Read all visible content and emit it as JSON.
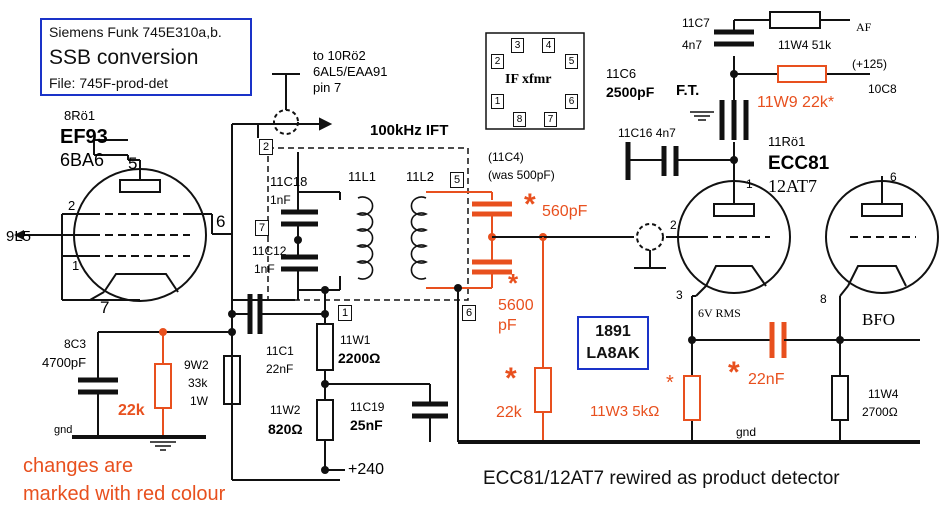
{
  "title_box": {
    "line1": "Siemens Funk 745E310a,b.",
    "line2": "SSB conversion",
    "line3": "File: 745F-prod-det"
  },
  "callsign": {
    "line1": "1891",
    "line2": "LA8AK"
  },
  "note": {
    "line1": "changes are",
    "line2": "marked with red colour"
  },
  "footer": "ECC81/12AT7 rewired as product detector",
  "colors": {
    "ink": "#111111",
    "changed": "#e8501e",
    "frame": "#1a33c8"
  },
  "labels": {
    "tube1_ref": "8Rö1",
    "tube1_type": "EF93",
    "tube1_alt": "6BA6",
    "pin_5": "5",
    "pin_2_left": "2",
    "pin_6_left": "6",
    "pin_1_left": "1",
    "pin_7_left": "7",
    "out_9l5": "9L5",
    "to_ro2_1": "to 10Rö2",
    "to_ro2_2": "6AL5/EAA91",
    "to_ro2_3": "pin 7",
    "ift_title": "100kHz IFT",
    "t2": "2",
    "t5": "5",
    "t7": "7",
    "t1": "1",
    "t6": "6",
    "c18_ref": "11C18",
    "c18_val": "1nF",
    "c12_ref": "11C12",
    "c12_val": "1nF",
    "l1": "11L1",
    "l2": "11L2",
    "c4_ref": "(11C4)",
    "c4_note": "(was 500pF)",
    "c560": "560pF",
    "c5600_1": "5600",
    "c5600_2": "pF",
    "ifx_title": "IF xfmr",
    "ifx_p1": "1",
    "ifx_p2": "2",
    "ifx_p3": "3",
    "ifx_p4": "4",
    "ifx_p5": "5",
    "ifx_p6": "6",
    "ifx_p7": "7",
    "ifx_p8": "8",
    "c7_ref": "11C7",
    "c7_val": "4n7",
    "w4_top": "11W4  51k",
    "af": "AF",
    "plus125": "(+125)",
    "c8_10": "10C8",
    "c6_ref": "11C6",
    "c6_val": "2500pF",
    "ft": "F.T.",
    "w9": "11W9  22k*",
    "c16": "11C16 4n7",
    "tube2_ref": "11Rö1",
    "tube2_type": "ECC81",
    "tube2_alt": "12AT7",
    "pin_1_right": "1",
    "pin_6_right": "6",
    "pin_2_right": "2",
    "pin_3_right": "3",
    "pin_8_right": "8",
    "rms": "6V RMS",
    "bfo": "BFO",
    "c22": "22nF",
    "w3": "11W3 5kΩ",
    "w4_bot_ref": "11W4",
    "w4_bot_val": "2700Ω",
    "gnd_right": "gnd",
    "c8c3_ref": "8C3",
    "c8c3_val": "4700pF",
    "r22k_left": "22k",
    "w2_9_ref": "9W2",
    "w2_9_val": "33k",
    "w2_9_pow": "1W",
    "gnd_left": "gnd",
    "c1_ref": "11C1",
    "c1_val": "22nF",
    "w1_ref": "11W1",
    "w1_val": "2200Ω",
    "w2_ref": "11W2",
    "w2_val": "820Ω",
    "c19_ref": "11C19",
    "c19_val": "25nF",
    "plus240": "+240",
    "r22k_mid": "22k",
    "star": "*"
  }
}
